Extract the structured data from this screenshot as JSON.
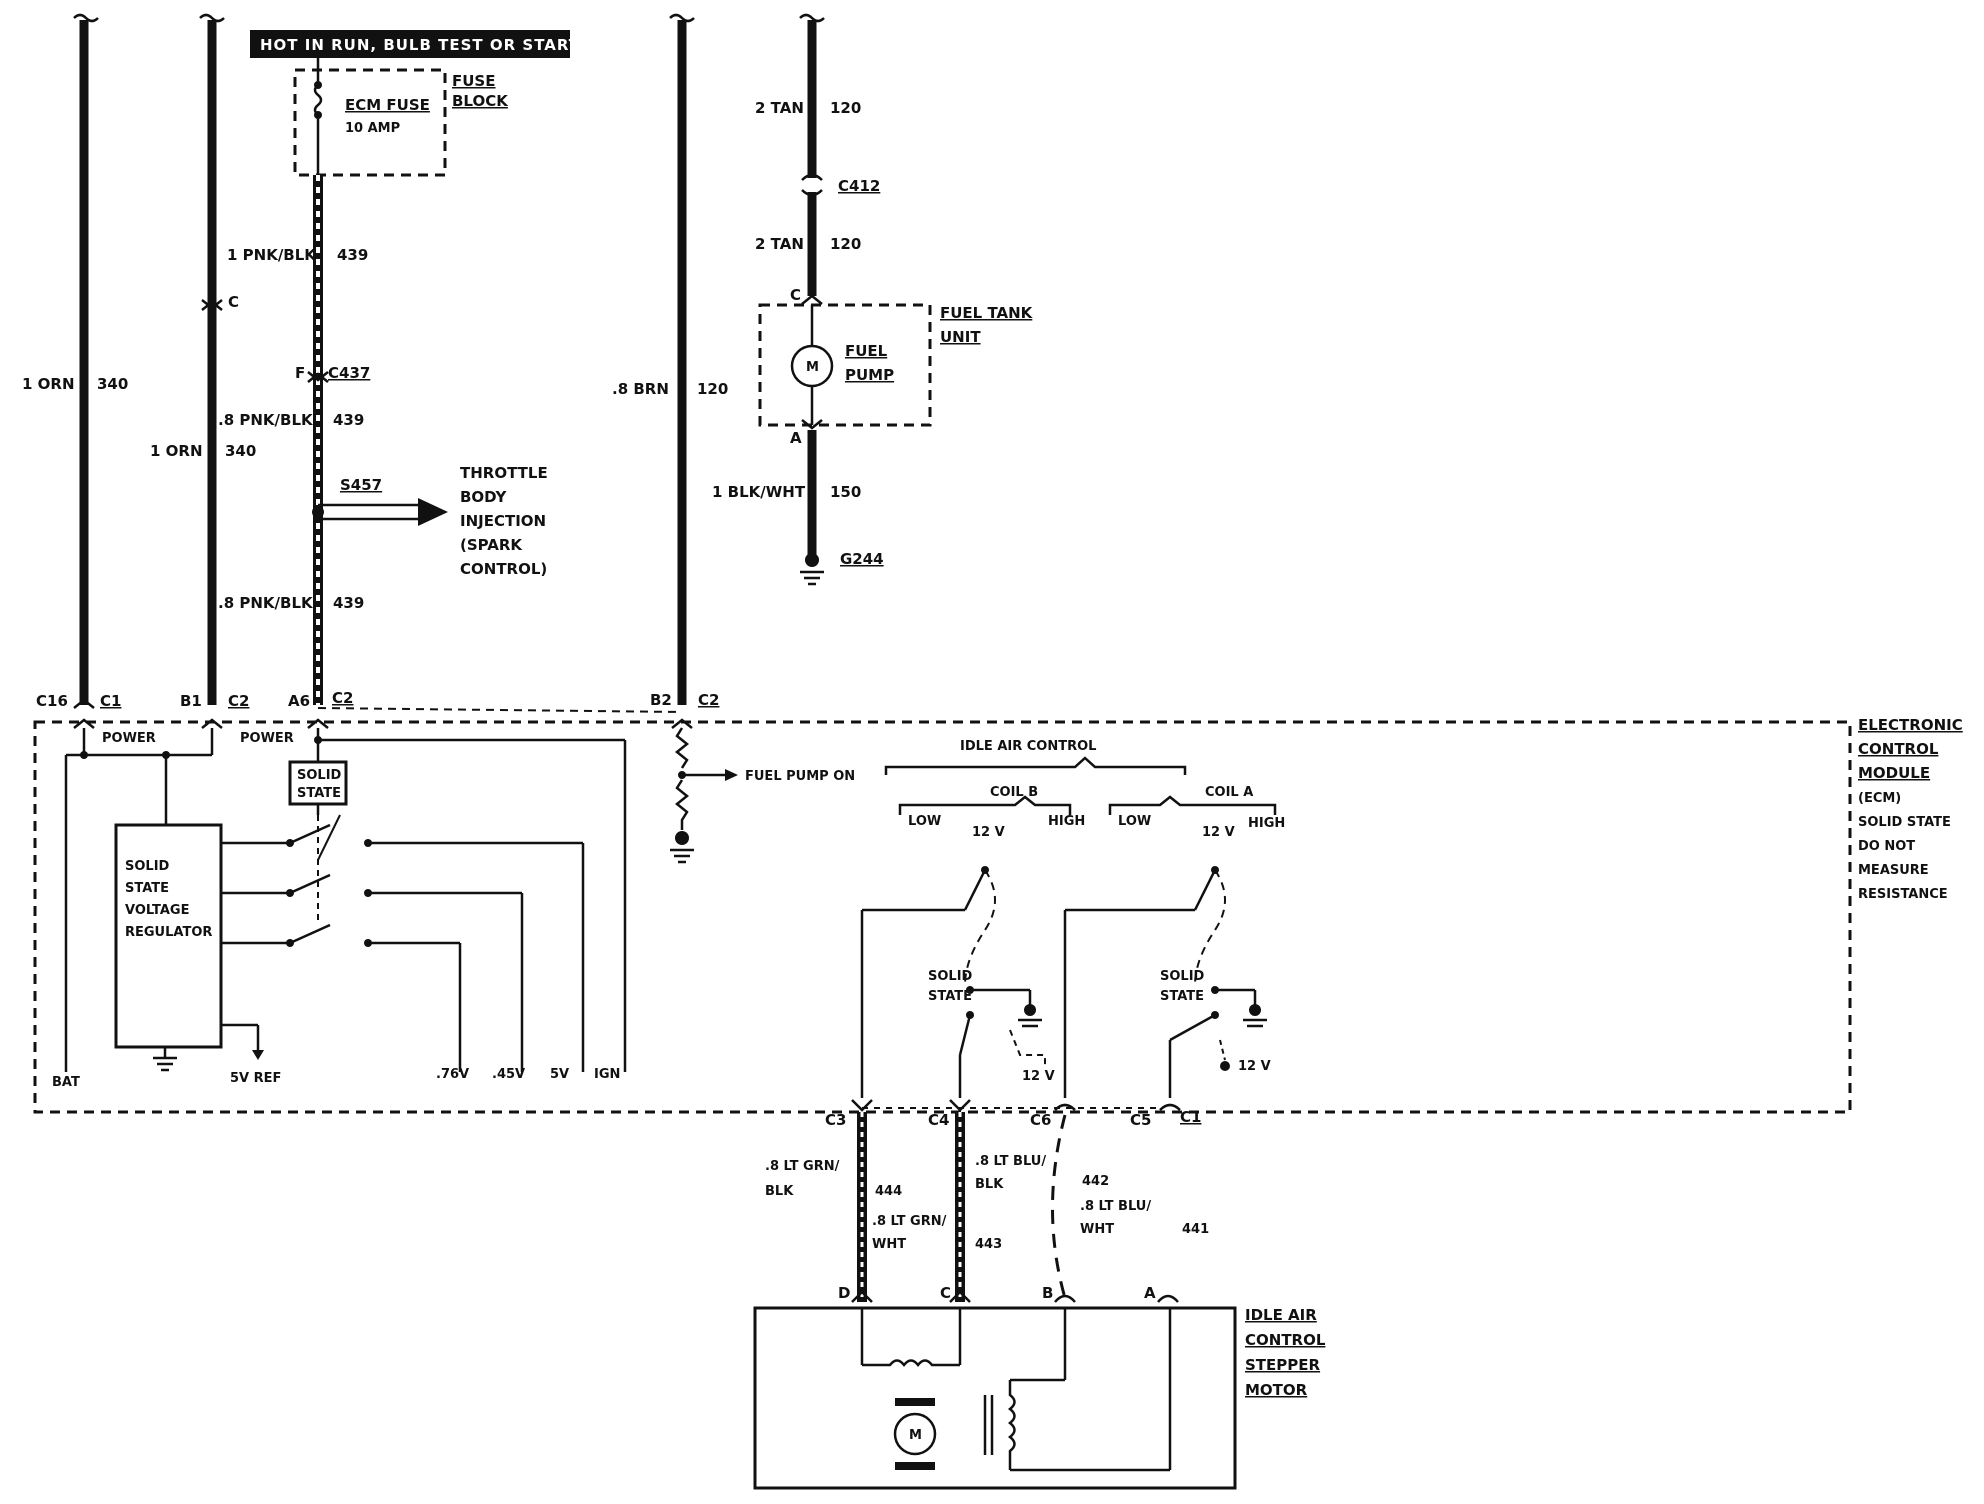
{
  "header_banner": "HOT IN RUN, BULB TEST OR START",
  "fuse_block": {
    "fuse_label": "ECM FUSE",
    "fuse_rating": "10 AMP",
    "block_label_1": "FUSE",
    "block_label_2": "BLOCK"
  },
  "wires": {
    "w1_a": "1 ORN",
    "w1_a_num": "340",
    "w2_top": "1 PNK/BLK",
    "w2_top_num": "439",
    "w2_conn": "C",
    "w2_orn": "1 ORN",
    "w2_orn_num": "340",
    "w3_conn_f": "F",
    "w3_conn": "C437",
    "w3_mid": ".8 PNK/BLK",
    "w3_mid_num": "439",
    "w3_splice": "S457",
    "w3_low": ".8 PNK/BLK",
    "w3_low_num": "439",
    "w4": ".8 BRN",
    "w4_num": "120"
  },
  "throttle": {
    "l1": "THROTTLE",
    "l2": "BODY",
    "l3": "INJECTION",
    "l4": "(SPARK",
    "l5": "CONTROL)"
  },
  "fuel": {
    "w_top": "2 TAN",
    "w_top_num": "120",
    "conn": "C412",
    "w_mid": "2 TAN",
    "w_mid_num": "120",
    "pin_c": "C",
    "pin_a": "A",
    "unit_1": "FUEL TANK",
    "unit_2": "UNIT",
    "pump_1": "FUEL",
    "pump_2": "PUMP",
    "motor": "M",
    "w_low": "1 BLK/WHT",
    "w_low_num": "150",
    "ground": "G244"
  },
  "ecm_connectors": {
    "c16": "C16",
    "c1a": "C1",
    "b1": "B1",
    "c2a": "C2",
    "a6": "A6",
    "c2b": "C2",
    "b2": "B2",
    "c2c": "C2",
    "power1": "POWER",
    "power2": "POWER"
  },
  "ecm": {
    "t1": "ELECTRONIC",
    "t2": "CONTROL",
    "t3": "MODULE",
    "t4": "(ECM)",
    "t5": "SOLID STATE",
    "t6": "DO NOT",
    "t7": "MEASURE",
    "t8": "RESISTANCE",
    "solid_state_1": "SOLID",
    "solid_state_2": "STATE",
    "reg_1": "SOLID",
    "reg_2": "STATE",
    "reg_3": "VOLTAGE",
    "reg_4": "REGULATOR",
    "bat": "BAT",
    "ref5": "5V REF",
    "v76": ".76V",
    "v45": ".45V",
    "v5": "5V",
    "ign": "IGN",
    "fuel_pump_on": "FUEL PUMP ON",
    "iac": "IDLE AIR CONTROL",
    "coil_b": "COIL B",
    "coil_a": "COIL A",
    "low": "LOW",
    "high": "HIGH",
    "v12": "12 V",
    "ss1": "SOLID",
    "ss2": "STATE",
    "v12b": "12 V"
  },
  "bottom_conn": {
    "c3": "C3",
    "c4": "C4",
    "c6": "C6",
    "c5": "C5",
    "c1": "C1",
    "w444_a": ".8 LT GRN/",
    "w444_b": "BLK",
    "w444_num": "444",
    "w443_a": ".8 LT GRN/",
    "w443_b": "WHT",
    "w443_num": "443",
    "w442_a": ".8 LT BLU/",
    "w442_b": "BLK",
    "w442_num": "442",
    "w441_a": ".8 LT BLU/",
    "w441_b": "WHT",
    "w441_num": "441",
    "pin_d": "D",
    "pin_c": "C",
    "pin_b": "B",
    "pin_a": "A"
  },
  "iac_motor": {
    "l1": "IDLE AIR",
    "l2": "CONTROL",
    "l3": "STEPPER",
    "l4": "MOTOR",
    "m": "M"
  }
}
